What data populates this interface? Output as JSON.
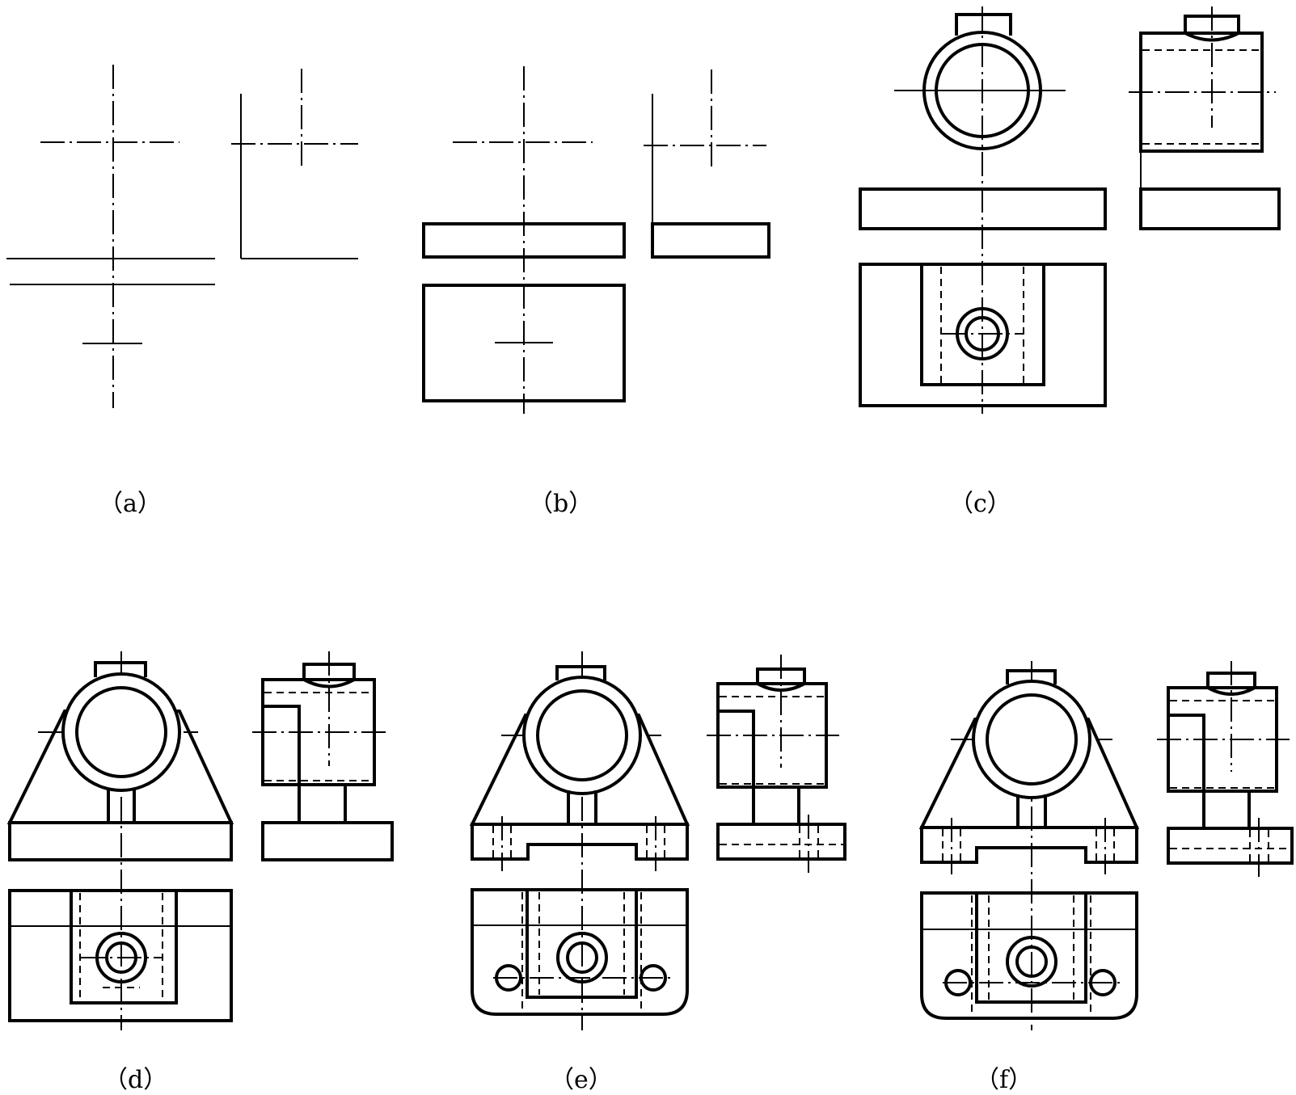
{
  "figure": {
    "panels": [
      {
        "id": "a",
        "caption": "（a）"
      },
      {
        "id": "b",
        "caption": "（b）"
      },
      {
        "id": "c",
        "caption": "（c）"
      },
      {
        "id": "d",
        "caption": "（d）"
      },
      {
        "id": "e",
        "caption": "（e）"
      },
      {
        "id": "f",
        "caption": "（f）"
      }
    ]
  },
  "style": {
    "stroke_color": "#000000",
    "background": "#ffffff"
  }
}
